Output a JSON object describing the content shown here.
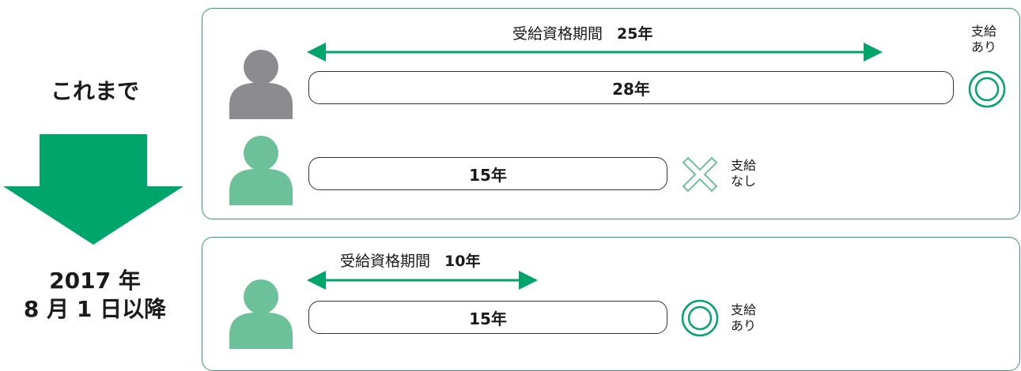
{
  "left": {
    "before_label": "これまで",
    "after_label_line1": "2017 年",
    "after_label_line2": "8 月 1 日以降"
  },
  "top_panel": {
    "period_label": "受給資格期間",
    "period_value": "25年",
    "person1_bar": "28年",
    "person1_status_line1": "支給",
    "person1_status_line2": "あり",
    "person1_result": "circle-icon",
    "person2_bar": "15年",
    "person2_status_line1": "支給",
    "person2_status_line2": "なし",
    "person2_result": "cross-icon"
  },
  "bottom_panel": {
    "period_label": "受給資格期間",
    "period_value": "10年",
    "person_bar": "15年",
    "person_status_line1": "支給",
    "person_status_line2": "あり",
    "person_result": "circle-icon"
  },
  "colors": {
    "accent_green": "#00a56b",
    "light_green": "#6cc19a",
    "gray_person": "#8c8c90",
    "panel_border": "#2f9e6e"
  }
}
